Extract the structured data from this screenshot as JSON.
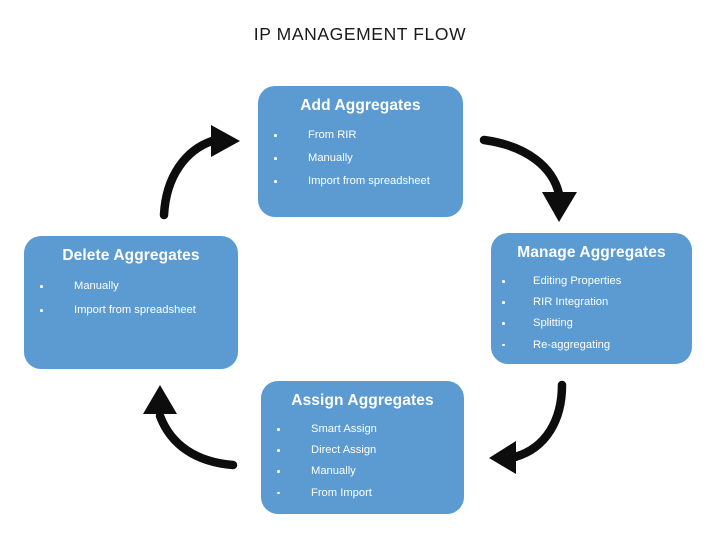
{
  "diagram": {
    "title": "IP MANAGEMENT FLOW",
    "accent_color": "#5b9bd1",
    "arrow_color": "#0d0d0d",
    "background_color": "#ffffff",
    "text_color": "#ffffff",
    "title_color": "#1a1a1a"
  },
  "boxes": {
    "add": {
      "title": "Add Aggregates",
      "items": [
        {
          "label": "From RIR"
        },
        {
          "label": "Manually"
        },
        {
          "label": "Import from spreadsheet"
        }
      ]
    },
    "manage": {
      "title": "Manage Aggregates",
      "items": [
        {
          "label": "Editing Properties"
        },
        {
          "label": "RIR Integration"
        },
        {
          "label": "Splitting"
        },
        {
          "label": "Re-aggregating"
        }
      ]
    },
    "assign": {
      "title": "Assign Aggregates",
      "items": [
        {
          "label": "Smart Assign"
        },
        {
          "label": "Direct Assign"
        },
        {
          "label": "Manually"
        },
        {
          "label": "From Import"
        }
      ]
    },
    "delete": {
      "title": "Delete Aggregates",
      "items": [
        {
          "label": "Manually"
        },
        {
          "label": "Import from spreadsheet"
        }
      ]
    }
  },
  "arrows": [
    {
      "name": "add-to-manage",
      "direction": "down-right"
    },
    {
      "name": "manage-to-assign",
      "direction": "left-down"
    },
    {
      "name": "assign-to-delete",
      "direction": "up-left"
    },
    {
      "name": "delete-to-add",
      "direction": "up-right"
    }
  ]
}
